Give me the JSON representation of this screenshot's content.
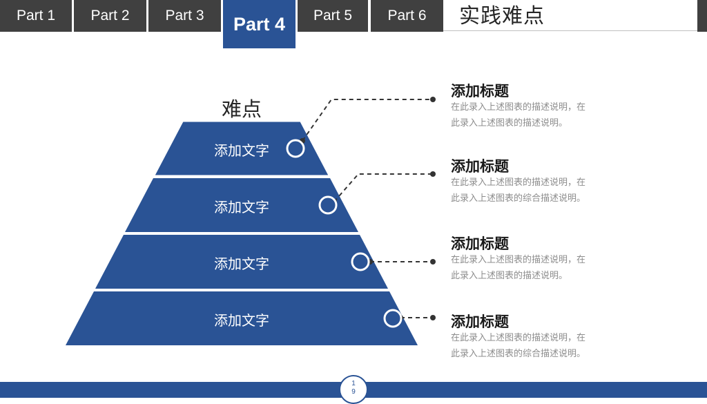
{
  "nav": {
    "tabs": [
      {
        "label": "Part 1"
      },
      {
        "label": "Part 2"
      },
      {
        "label": "Part 3"
      },
      {
        "label": "Part 4",
        "active": true
      },
      {
        "label": "Part 5"
      },
      {
        "label": "Part 6"
      }
    ],
    "section_title": "实践难点"
  },
  "pyramid": {
    "label": "难点",
    "layers": [
      "添加文字",
      "添加文字",
      "添加文字",
      "添加文字"
    ]
  },
  "items": [
    {
      "title": "添加标题",
      "desc": [
        "在此录入上述图表的描述说明，在",
        "此录入上述图表的描述说明。"
      ]
    },
    {
      "title": "添加标题",
      "desc": [
        "在此录入上述图表的描述说明，在",
        "此录入上述图表的综合描述说明。"
      ]
    },
    {
      "title": "添加标题",
      "desc": [
        "在此录入上述图表的描述说明，在",
        "此录入上述图表的描述说明。"
      ]
    },
    {
      "title": "添加标题",
      "desc": [
        "在此录入上述图表的描述说明，在",
        "此录入上述图表的综合描述说明。"
      ]
    }
  ],
  "footer": {
    "page_number": "19"
  },
  "colors": {
    "accent": "#2a5395",
    "tab_bg": "#404040",
    "muted_text": "#8c8c8c"
  }
}
